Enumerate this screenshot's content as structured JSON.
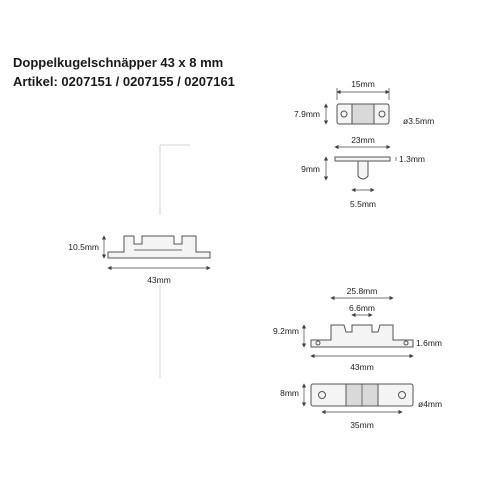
{
  "title": "Doppelkugelschnäpper 43 x 8 mm",
  "articles": "Artikel: 0207151 / 0207155 / 0207161",
  "views": {
    "strike_top": {
      "length": "15mm",
      "width": "7.9mm",
      "hole": "ø3.5mm"
    },
    "strike_side": {
      "length": "23mm",
      "height": "9mm",
      "thickness": "1.3mm",
      "stem": "5.5mm"
    },
    "main_side": {
      "height": "10.5mm",
      "length": "43mm"
    },
    "catch_side": {
      "outer": "25.8mm",
      "inner": "6.6mm",
      "height": "9.2mm",
      "thickness": "1.6mm",
      "length": "43mm"
    },
    "catch_top": {
      "width": "8mm",
      "hole": "ø4mm",
      "holes_spacing": "35mm"
    }
  }
}
